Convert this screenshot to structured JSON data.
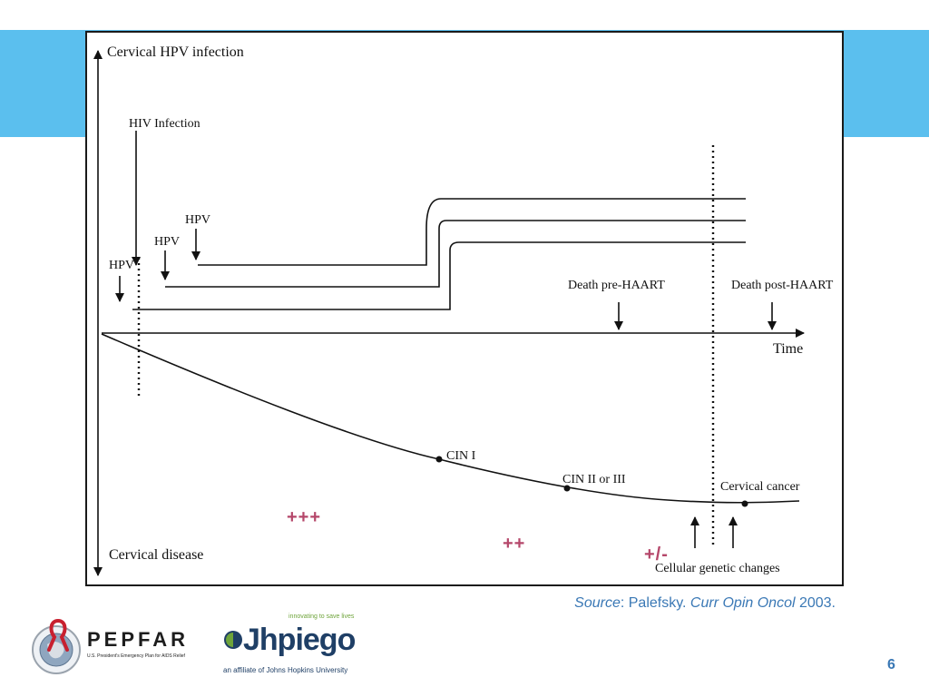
{
  "slide": {
    "page_number": "6",
    "source": {
      "prefix": "Source",
      "author": ": Palefsky. ",
      "journal": "Curr Opin Oncol",
      "year": " 2003."
    }
  },
  "diagram": {
    "y_top_label": "Cervical HPV infection",
    "y_bottom_label": "Cervical disease",
    "x_label": "Time",
    "hiv_label": "HIV Infection",
    "hpv_labels": [
      "HPV",
      "HPV",
      "HPV"
    ],
    "death_pre_label": "Death pre-HAART",
    "death_post_label": "Death post-HAART",
    "cin1_label": "CIN I",
    "cin23_label": "CIN II or III",
    "cancer_label": "Cervical  cancer",
    "cellular_label": "Cellular genetic changes",
    "risk_high": "+++",
    "risk_mid": "++",
    "risk_low": "+/-"
  },
  "logos": {
    "pepfar_name": "PEPFAR",
    "pepfar_sub": "U.S. President's Emergency Plan for AIDS Relief",
    "jhpiego_tagline": "innovating to save lives",
    "jhpiego_name": "Jhpiego",
    "jhpiego_affiliate": "an affiliate of Johns Hopkins University"
  },
  "colors": {
    "band": "#5bbfee",
    "risk_symbols": "#b5476a",
    "source_text": "#3a78b5",
    "jhpiego_navy": "#1f3f66",
    "jhpiego_green": "#6ea43a",
    "pepfar_red": "#c8202f"
  }
}
